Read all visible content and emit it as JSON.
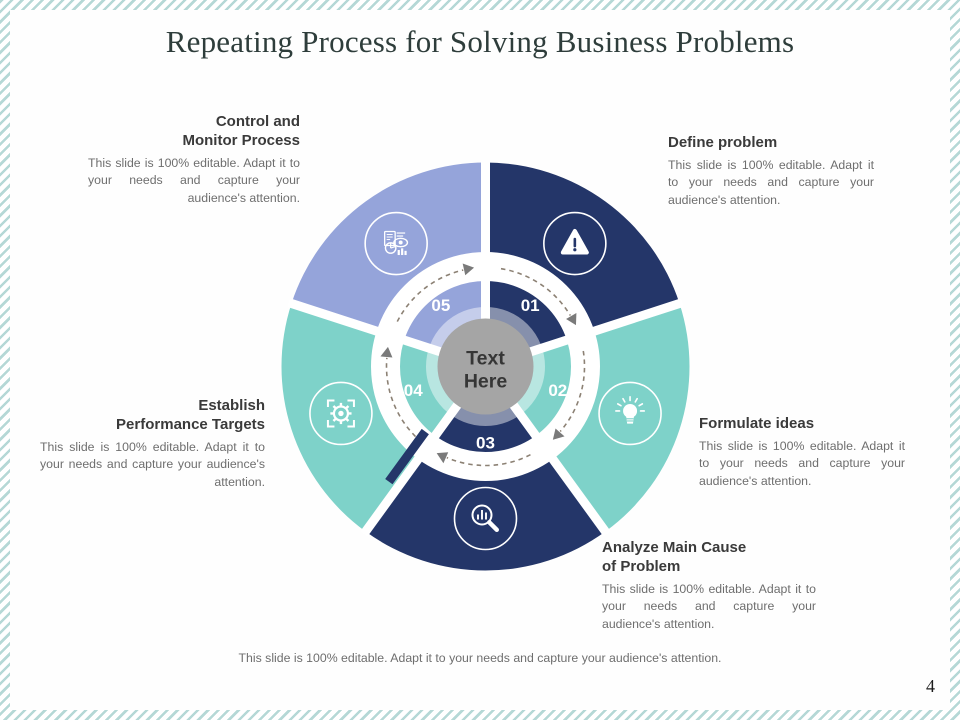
{
  "slide": {
    "title": "Repeating Process for Solving Business Problems",
    "footer": "This slide is 100% editable. Adapt it to your needs and capture your audience's attention.",
    "page_number": "4"
  },
  "wheel": {
    "center_lines": [
      "Text",
      "Here"
    ],
    "direction": "clockwise"
  },
  "colors": {
    "navy": "#243669",
    "teal": "#7ed2c9",
    "periwinkle": "#95a4da",
    "center_gray": "#a5a5a5",
    "dash": "#8c8174",
    "arrowhead": "#7a7a7a",
    "border_stripe": "#b5d8d6",
    "title_text": "#2e3d3b",
    "heading_text": "#3a3a3a",
    "body_text": "#6e6e6e"
  },
  "segments": [
    {
      "number": "01",
      "title_lines": [
        "Define problem"
      ],
      "description": "This slide is 100% editable. Adapt it to your needs and capture your audience's attention.",
      "icon": "warning-icon",
      "color": "#243669"
    },
    {
      "number": "02",
      "title_lines": [
        "Formulate ideas"
      ],
      "description": "This slide is 100% editable. Adapt it to your needs and capture your audience's attention.",
      "icon": "lightbulb-icon",
      "color": "#7ed2c9"
    },
    {
      "number": "03",
      "title_lines": [
        "Analyze Main Cause",
        "of Problem"
      ],
      "description": "This slide is 100% editable. Adapt it to your needs and capture your audience's attention.",
      "icon": "magnifier-chart-icon",
      "color": "#243669"
    },
    {
      "number": "04",
      "title_lines": [
        "Establish",
        "Performance Targets"
      ],
      "description": "This slide is 100% editable. Adapt it to your needs and capture your audience's attention.",
      "icon": "target-gear-icon",
      "color": "#7ed2c9"
    },
    {
      "number": "05",
      "title_lines": [
        "Control and",
        "Monitor Process"
      ],
      "description": "This slide is 100% editable. Adapt it to your needs and capture your audience's attention.",
      "icon": "monitor-analytics-icon",
      "color": "#95a4da"
    }
  ]
}
